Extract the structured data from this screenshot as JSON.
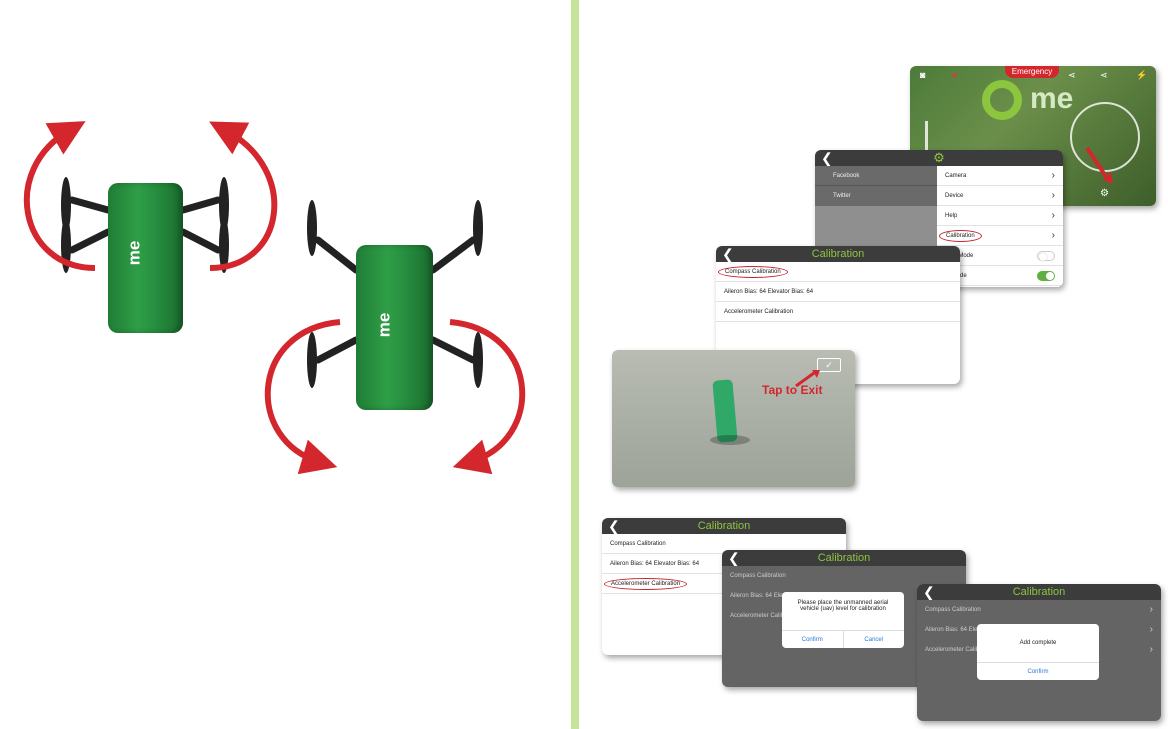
{
  "drone_logo": "me",
  "emergency_label": "Emergency",
  "brand": "me",
  "settings": {
    "share": [
      {
        "label": "Facebook"
      },
      {
        "label": "Twitter"
      }
    ],
    "menu": [
      {
        "label": "Camera"
      },
      {
        "label": "Device"
      },
      {
        "label": "Help"
      },
      {
        "label": "Calibration"
      },
      {
        "label": "...en Mode"
      },
      {
        "label": "... Mode"
      }
    ]
  },
  "calibration": {
    "title": "Calibration",
    "compass": "Compass Calibration",
    "bias": "Aileron Bias: 64   Elevator Bias: 64",
    "accel": "Accelerometer Calibration"
  },
  "tap_to_exit": "Tap to Exit",
  "dialog1": {
    "message": "Please place the unmanned aerial vehicle (uav) level for calibration",
    "confirm": "Confirm",
    "cancel": "Cancel"
  },
  "dialog2": {
    "message": "Add complete",
    "confirm": "Confirm"
  },
  "colors": {
    "accent": "#8cc63f",
    "drone_green": "#2f9e47",
    "arrow_red": "#d3272d",
    "divider": "#c7e39a"
  }
}
